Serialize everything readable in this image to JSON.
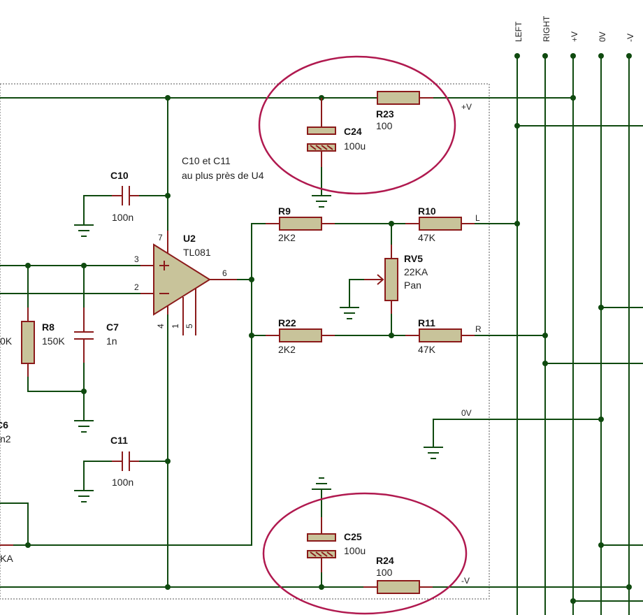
{
  "bus_labels": {
    "left": "LEFT",
    "right": "RIGHT",
    "pv": "+V",
    "zv": "0V",
    "nv": "-V"
  },
  "net_labels": {
    "pv": "+V",
    "nv": "-V",
    "l": "L",
    "r": "R",
    "zv": "0V"
  },
  "note": {
    "line1": "C10 et C11",
    "line2": "au plus près de U4"
  },
  "components": {
    "r23": {
      "ref": "R23",
      "value": "100"
    },
    "c24": {
      "ref": "C24",
      "value": "100u"
    },
    "c10": {
      "ref": "C10",
      "value": "100n"
    },
    "u2": {
      "ref": "U2",
      "value": "TL081",
      "pins": {
        "p7": "7",
        "p3": "3",
        "p2": "2",
        "p6": "6",
        "p4": "4",
        "p1": "1",
        "p5": "5"
      }
    },
    "r9": {
      "ref": "R9",
      "value": "2K2"
    },
    "r10": {
      "ref": "R10",
      "value": "47K"
    },
    "rv5": {
      "ref": "RV5",
      "value": "22KA",
      "label": "Pan"
    },
    "r8": {
      "ref": "R8",
      "value": "150K"
    },
    "c7": {
      "ref": "C7",
      "value": "1n"
    },
    "r22": {
      "ref": "R22",
      "value": "2K2"
    },
    "r11": {
      "ref": "R11",
      "value": "47K"
    },
    "c11": {
      "ref": "C11",
      "value": "100n"
    },
    "c25": {
      "ref": "C25",
      "value": "100u"
    },
    "r24": {
      "ref": "R24",
      "value": "100"
    },
    "c6": {
      "ref": "C6",
      "value": "n2"
    },
    "edge_left_value": "0K",
    "edge_bottom_value": "KA"
  }
}
